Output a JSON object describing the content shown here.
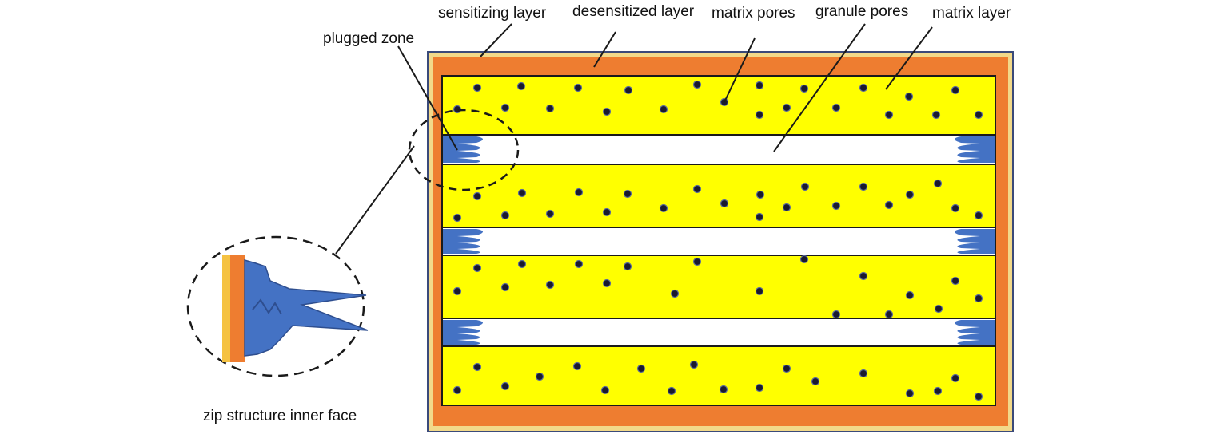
{
  "labels": {
    "sensitizing_layer": "sensitizing layer",
    "desensitized_layer": "desensitized layer",
    "matrix_pores": "matrix pores",
    "granule_pores": "granule pores",
    "matrix_layer": "matrix layer",
    "plugged_zone": "plugged zone",
    "zip_structure": "zip structure inner face"
  },
  "colors": {
    "sensitizing_layer": "#F2D98A",
    "desensitized_layer": "#EE7D30",
    "matrix_layer": "#FFFF00",
    "plug": "#4472C4",
    "pore_dot": "#1A1A2E",
    "granule_pore": "#FFFFFF",
    "outline": "#1A1A1A"
  }
}
